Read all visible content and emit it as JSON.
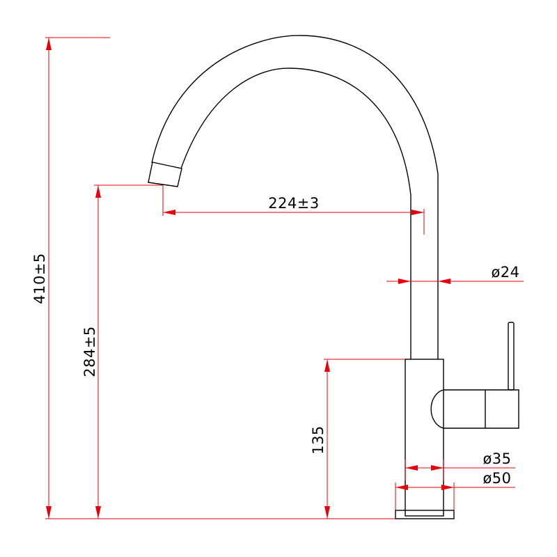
{
  "colors": {
    "outline": "#000000",
    "dimension": "#e8000b",
    "background": "#ffffff"
  },
  "dimensions": {
    "total_height": "410±5",
    "spout_height": "284±5",
    "spout_reach": "224±3",
    "tube_diameter": "ø24",
    "body_height": "135",
    "body_diameter": "ø35",
    "base_diameter": "ø50"
  }
}
